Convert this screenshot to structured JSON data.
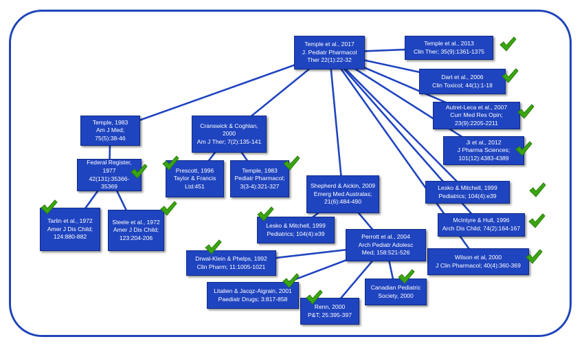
{
  "nodes": [
    {
      "id": "temple2017",
      "lines": [
        "Temple et al., 2017",
        "J. Pediatr Pharmacol",
        "Ther 22(1):22-32"
      ],
      "checked": false
    },
    {
      "id": "temple2013",
      "lines": [
        "Temple et al., 2013",
        "Clin Ther; 35(9):1361-1375"
      ],
      "checked": true
    },
    {
      "id": "dart2006",
      "lines": [
        "Dart et al., 2006",
        "Clin Toxicol; 44(1):1-18"
      ],
      "checked": true
    },
    {
      "id": "autretleca2007",
      "lines": [
        "Autret-Leca et al., 2007",
        "Curr Med Res Opin;",
        "23(9):2205-2211"
      ],
      "checked": true
    },
    {
      "id": "ji2012",
      "lines": [
        "Ji et al., 2012",
        "J Pharma Sciences;",
        "101(12):4383-4389"
      ],
      "checked": true
    },
    {
      "id": "lesko1999a",
      "lines": [
        "Lesko & Mitchell, 1999",
        "Pediatrics; 104(4):e39"
      ],
      "checked": true
    },
    {
      "id": "mcintyre1996",
      "lines": [
        "McIntyre & Hull, 1996",
        "Arch Dis Child; 74(2):164-167"
      ],
      "checked": true
    },
    {
      "id": "wilson2000",
      "lines": [
        "Wilson et al, 2000",
        "J Clin Pharmacol; 40(4):360-369"
      ],
      "checked": true
    },
    {
      "id": "temple1983a",
      "lines": [
        "Temple, 1983",
        "Am J Med;",
        "75(5):38-46"
      ],
      "checked": false
    },
    {
      "id": "fedreg1977",
      "lines": [
        "Federal Register,",
        "1977",
        "42(131):35366-",
        "35369"
      ],
      "checked": true
    },
    {
      "id": "tarlin1972",
      "lines": [
        "Tarlin et al., 1972",
        "Amer J Dis Child;",
        "124:880-882"
      ],
      "checked": true
    },
    {
      "id": "steele1972",
      "lines": [
        "Steele et al., 1972",
        "Amer J Dis Child;",
        "123:204-206"
      ],
      "checked": true
    },
    {
      "id": "cranswick2000",
      "lines": [
        "Cranswick & Coghlan,",
        "2000",
        "Am J Ther; 7(2):135-141"
      ],
      "checked": false
    },
    {
      "id": "prescott1996",
      "lines": [
        "Prescott, 1996",
        "Taylor & Francis",
        "Ltd:451"
      ],
      "checked": true
    },
    {
      "id": "temple1983b",
      "lines": [
        "Temple, 1983",
        "Pediatr Pharmacol;",
        "3(3-4):321-327"
      ],
      "checked": true
    },
    {
      "id": "shepherd2009",
      "lines": [
        "Shepherd & Aickin, 2009",
        "Emerg Med Australas;",
        "21(6):484-490"
      ],
      "checked": false
    },
    {
      "id": "lesko1999b",
      "lines": [
        "Lesko & Mitchell, 1999",
        "Pediatrics; 104(4):e39"
      ],
      "checked": true
    },
    {
      "id": "perrott2004",
      "lines": [
        "Perrott et al., 2004",
        "Arch Pediatr Adolesc",
        "Med; 158:521-526"
      ],
      "checked": false
    },
    {
      "id": "drwal1992",
      "lines": [
        "Drwal-Klein & Phelps, 1992",
        "Clin Pharm; 11:1005-1021"
      ],
      "checked": true
    },
    {
      "id": "litalien2001",
      "lines": [
        "Litalien & Jacqz-Aigrain, 2001",
        "Paediatr Drugs; 3:817-858"
      ],
      "checked": true
    },
    {
      "id": "renn2000",
      "lines": [
        "Renn, 2000",
        "P&T; 25:395-397"
      ],
      "checked": true
    },
    {
      "id": "cps2000",
      "lines": [
        "Canadian Pediatric",
        "Society, 2000"
      ],
      "checked": true
    }
  ],
  "edges": [
    [
      "temple2017",
      "temple2013"
    ],
    [
      "temple2017",
      "dart2006"
    ],
    [
      "temple2017",
      "autretleca2007"
    ],
    [
      "temple2017",
      "ji2012"
    ],
    [
      "temple2017",
      "lesko1999a"
    ],
    [
      "temple2017",
      "mcintyre1996"
    ],
    [
      "temple2017",
      "wilson2000"
    ],
    [
      "temple2017",
      "temple1983a"
    ],
    [
      "temple2017",
      "cranswick2000"
    ],
    [
      "temple2017",
      "shepherd2009"
    ],
    [
      "temple1983a",
      "fedreg1977"
    ],
    [
      "fedreg1977",
      "tarlin1972"
    ],
    [
      "fedreg1977",
      "steele1972"
    ],
    [
      "cranswick2000",
      "prescott1996"
    ],
    [
      "cranswick2000",
      "temple1983b"
    ],
    [
      "shepherd2009",
      "lesko1999b"
    ],
    [
      "shepherd2009",
      "perrott2004"
    ],
    [
      "perrott2004",
      "drwal1992"
    ],
    [
      "perrott2004",
      "litalien2001"
    ],
    [
      "perrott2004",
      "renn2000"
    ],
    [
      "perrott2004",
      "cps2000"
    ]
  ],
  "colors": {
    "box": "#1f44bf",
    "frame": "#1f44b8",
    "edge": "#1f44bf",
    "check": "#3aa611"
  }
}
